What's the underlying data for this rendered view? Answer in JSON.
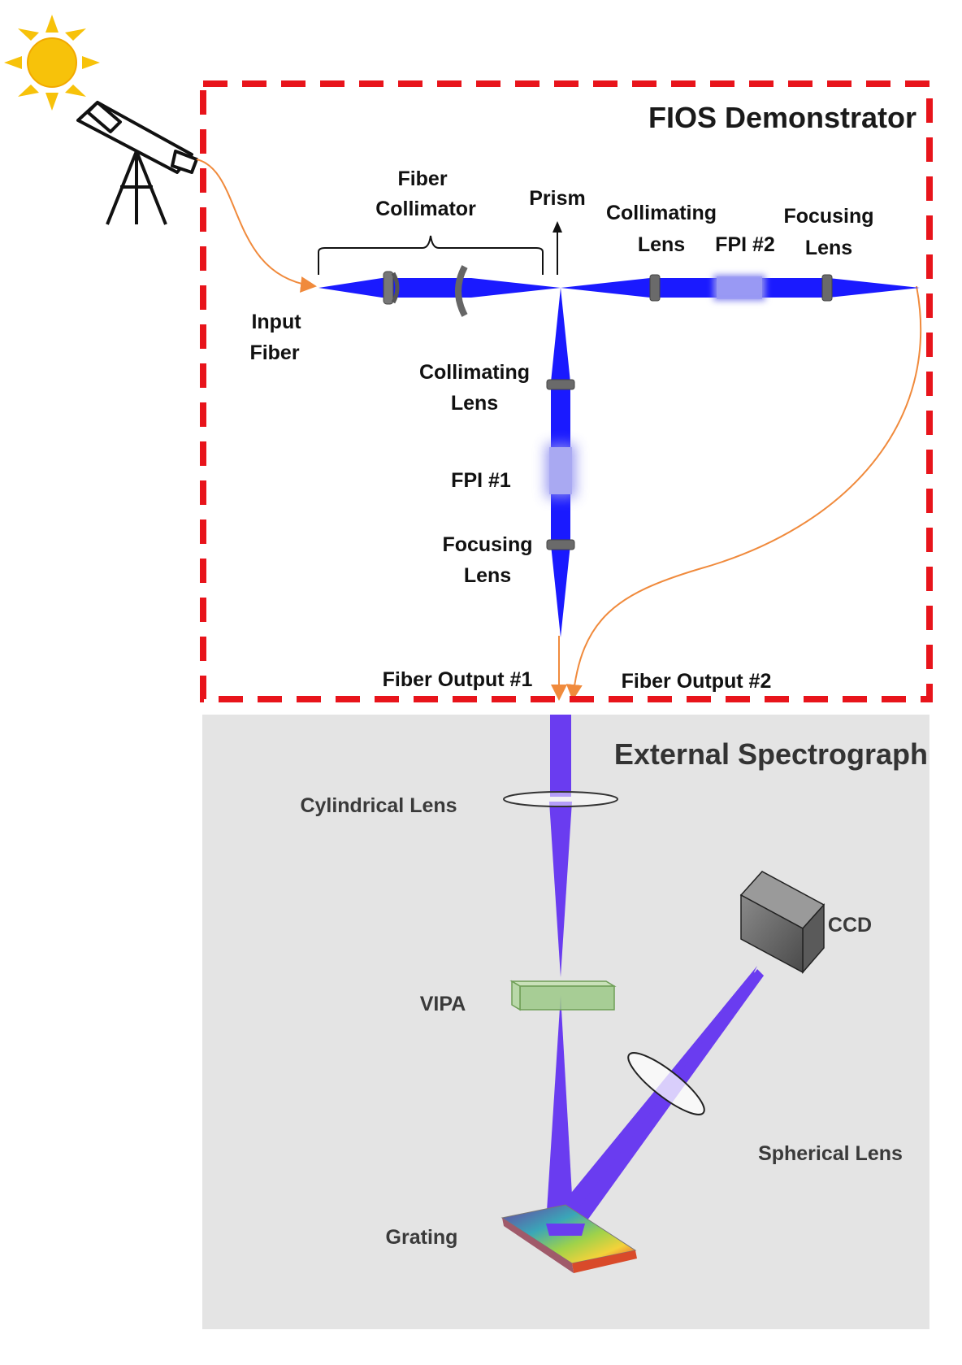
{
  "demonstrator": {
    "title": "FIOS Demonstrator",
    "labels": {
      "fiber_collimator_1": "Fiber",
      "fiber_collimator_2": "Collimator",
      "prism": "Prism",
      "collimating_lens_top_1": "Collimating",
      "collimating_lens_top_2": "Lens",
      "fpi2": "FPI #2",
      "focusing_lens_top_1": "Focusing",
      "focusing_lens_top_2": "Lens",
      "input_fiber_1": "Input",
      "input_fiber_2": "Fiber",
      "collimating_lens_mid_1": "Collimating",
      "collimating_lens_mid_2": "Lens",
      "fpi1": "FPI #1",
      "focusing_lens_mid_1": "Focusing",
      "focusing_lens_mid_2": "Lens",
      "fiber_output_1": "Fiber Output #1",
      "fiber_output_2": "Fiber Output #2"
    }
  },
  "spectrograph": {
    "title": "External Spectrograph",
    "labels": {
      "cylindrical_lens": "Cylindrical Lens",
      "ccd": "CCD",
      "vipa": "VIPA",
      "spherical_lens": "Spherical Lens",
      "grating": "Grating"
    }
  },
  "icons": [
    "sun-icon",
    "telescope-icon"
  ],
  "colors": {
    "frame_dashed": "#e8141b",
    "beam_blue": "#1a1aff",
    "beam_violet": "#6a3cf0",
    "fiber_orange": "#f08a3c",
    "spectrograph_bg": "#e4e4e4",
    "vipa_green": "#9cc987",
    "sun_yellow": "#f7c20a"
  }
}
